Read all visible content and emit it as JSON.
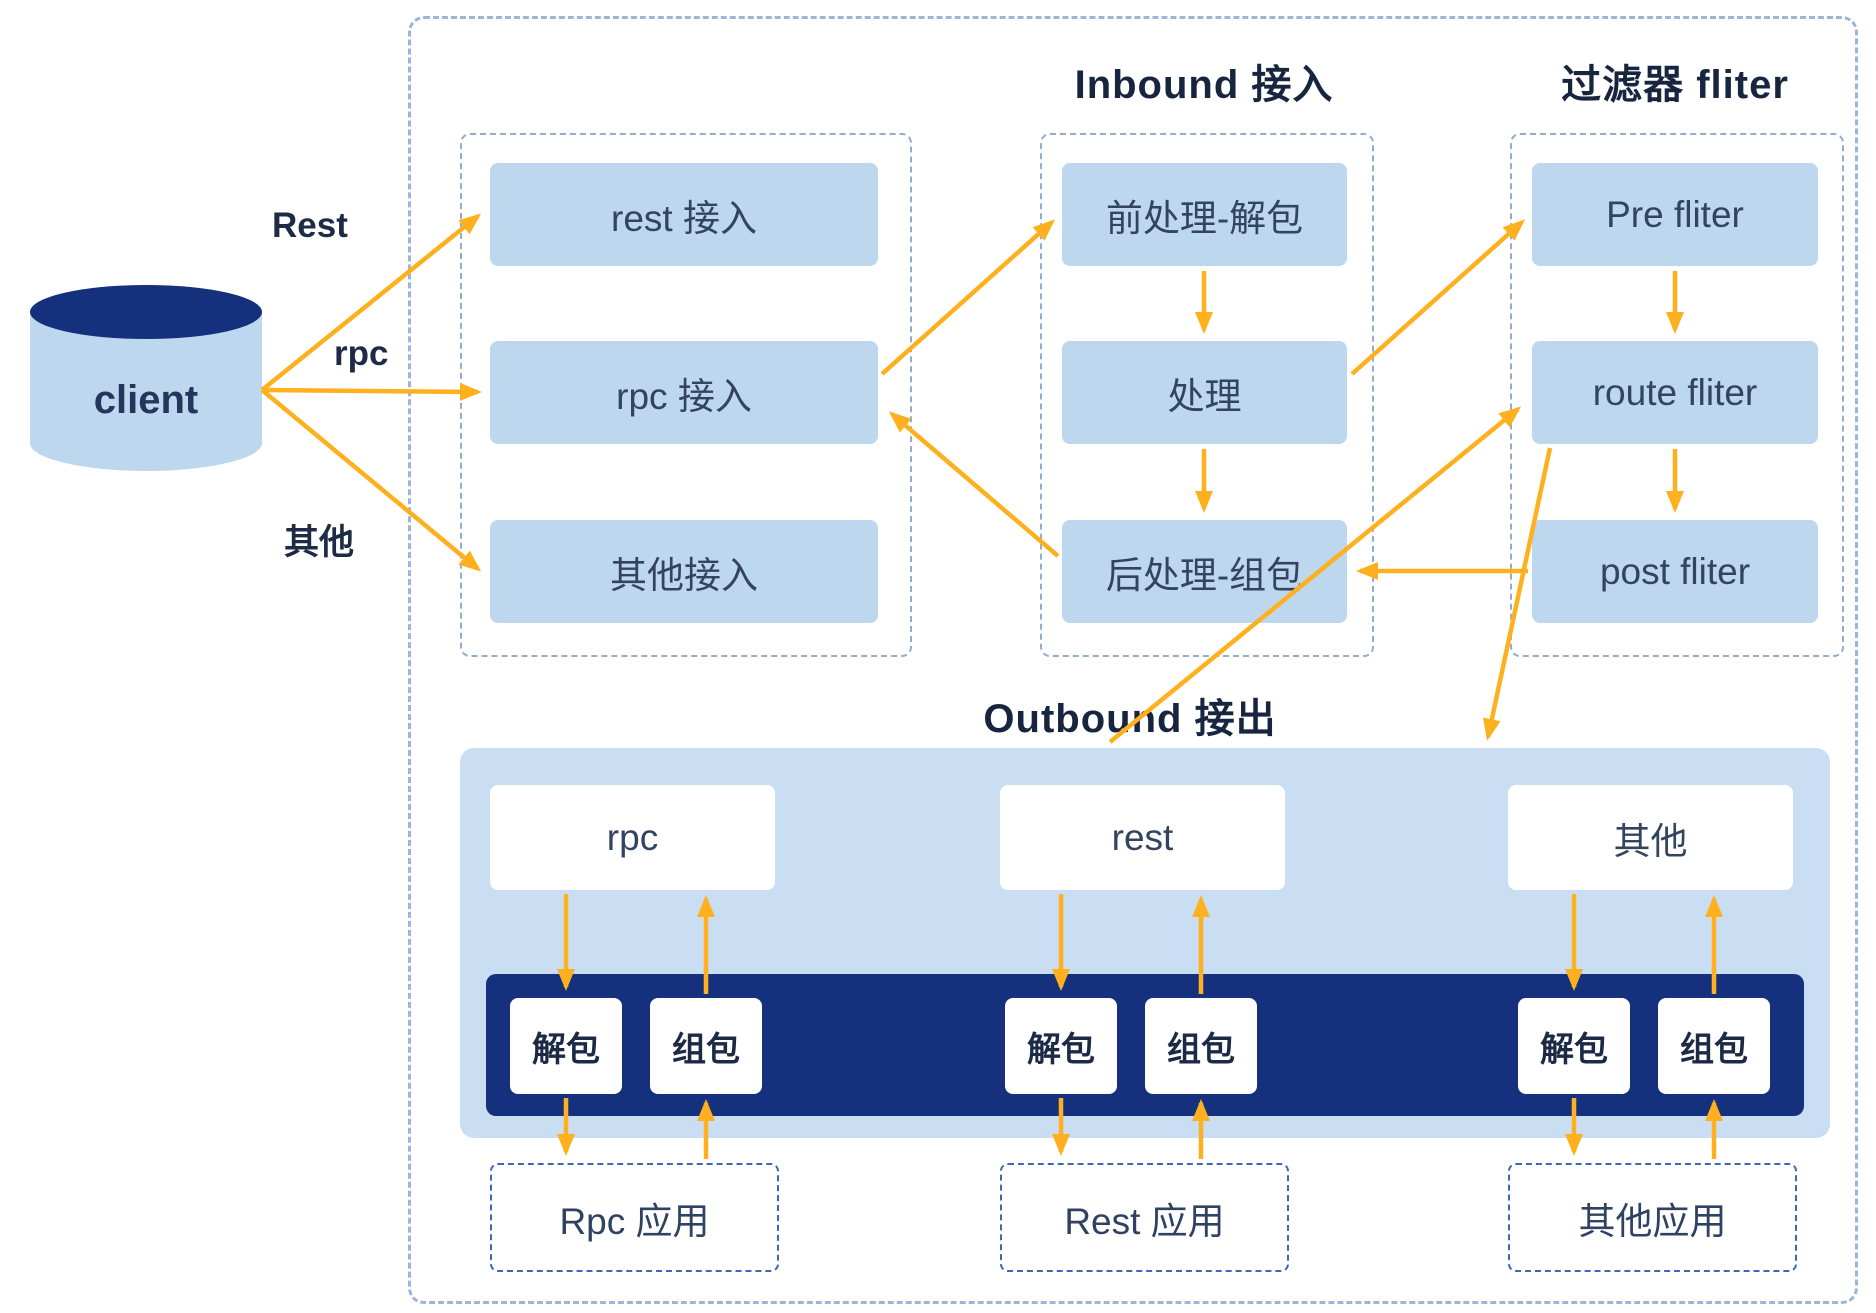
{
  "diagram": {
    "client": {
      "label": "client"
    },
    "edge_labels": {
      "rest": "Rest",
      "rpc": "rpc",
      "other": "其他"
    },
    "access": {
      "items": [
        {
          "label": "rest 接入"
        },
        {
          "label": "rpc 接入"
        },
        {
          "label": "其他接入"
        }
      ]
    },
    "inbound": {
      "title": "Inbound 接入",
      "items": [
        {
          "label": "前处理-解包"
        },
        {
          "label": "处理"
        },
        {
          "label": "后处理-组包"
        }
      ]
    },
    "filters": {
      "title": "过滤器 fliter",
      "items": [
        {
          "label": "Pre fliter"
        },
        {
          "label": "route fliter"
        },
        {
          "label": "post fliter"
        }
      ]
    },
    "outbound": {
      "title": "Outbound 接出",
      "groups": [
        {
          "protocol": "rpc",
          "unpack": "解包",
          "pack": "组包",
          "app": "Rpc 应用"
        },
        {
          "protocol": "rest",
          "unpack": "解包",
          "pack": "组包",
          "app": "Rest 应用"
        },
        {
          "protocol": "其他",
          "unpack": "解包",
          "pack": "组包",
          "app": "其他应用"
        }
      ]
    },
    "colors": {
      "node_fill": "#BDD7EE",
      "outbound_fill": "#C9DDF3",
      "codec_bar": "#15317E",
      "cylinder_top": "#15317E",
      "arrow": "#FFB01E",
      "dashed_border": "#93ADD1",
      "app_dashed_border": "#3D68B5",
      "title_text": "#17253F"
    }
  }
}
